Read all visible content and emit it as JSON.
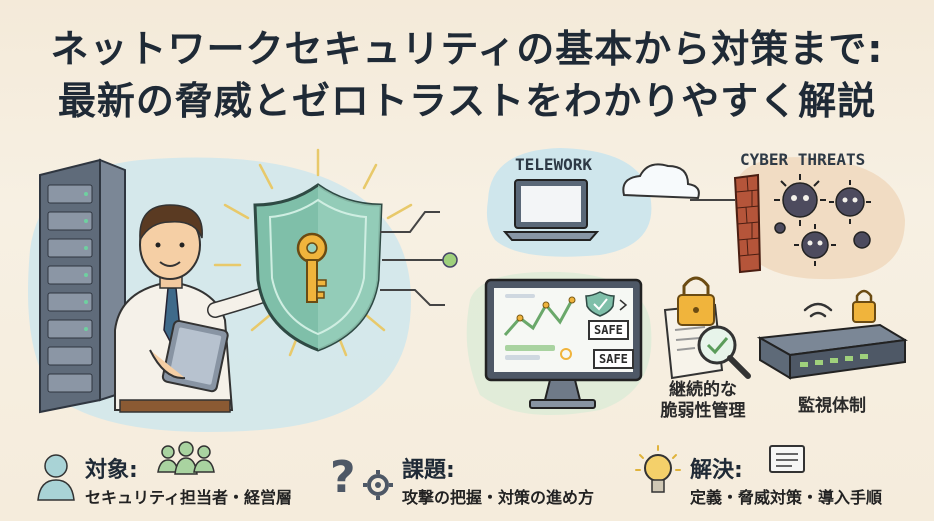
{
  "title": {
    "line1": "ネットワークセキュリティの基本から対策まで:",
    "line2": "最新の脅威とゼロトラストをわかりやすく解説"
  },
  "labels": {
    "telework": "TELEWORK",
    "cyber_threats": "CYBER THREATS",
    "safe_1": "SAFE",
    "safe_2": "SAFE",
    "vuln_management": "継続的な\n脆弱性管理",
    "monitoring": "監視体制"
  },
  "bottom": {
    "target": {
      "heading": "対象:",
      "text": "セキュリティ担当者・経営層",
      "icon": "people-icon"
    },
    "issues": {
      "heading": "課題:",
      "text": "攻撃の把握・対策の進め方",
      "icon": "question-gear-icon"
    },
    "solution": {
      "heading": "解決:",
      "text": "定義・脅威対策・導入手順",
      "icon": "lightbulb-icon"
    }
  },
  "colors": {
    "shield": "#7fbfa9",
    "key": "#f0b43c",
    "virus": "#4d4b5e",
    "brick": "#b5553a",
    "blob_blue": "#cfe6ec",
    "blob_green": "#d9ebd6"
  }
}
